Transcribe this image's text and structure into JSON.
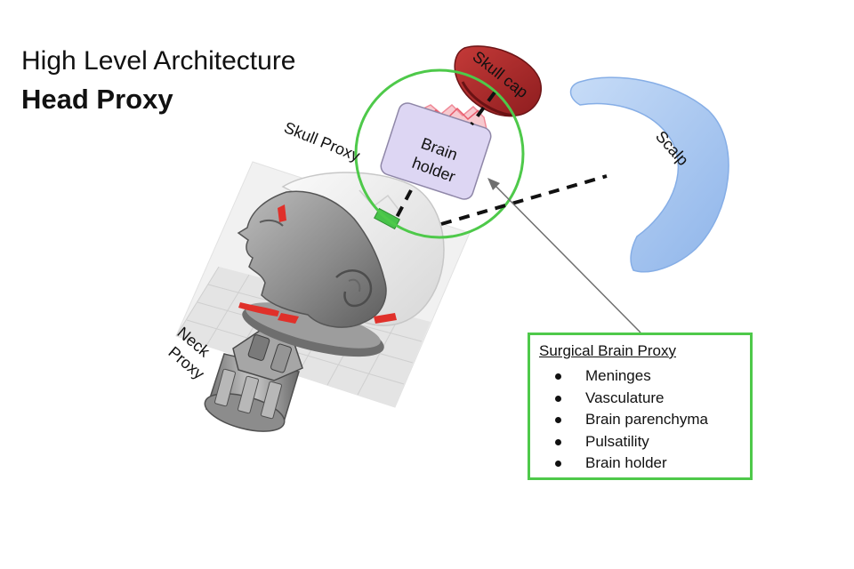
{
  "title": {
    "line1": "High Level Architecture",
    "line2": "Head Proxy"
  },
  "labels": {
    "skull_proxy": "Skull Proxy",
    "neck_line1": "Neck",
    "neck_line2": "Proxy",
    "skull_cap": "Skull cap",
    "brain_holder_line1": "Brain",
    "brain_holder_line2": "holder",
    "scalp": "Scalp"
  },
  "info_box": {
    "heading": "Surgical Brain Proxy",
    "items": [
      "Meninges",
      "Vasculature",
      "Brain parenchyma",
      "Pulsatility",
      "Brain holder"
    ]
  },
  "colors": {
    "highlight_green": "#4ec94a",
    "skull_cap_red": "#a8282a",
    "scalp_blue": "#a9c8f2",
    "brain_holder_fill": "#ddd6f3",
    "head_gray": "#8f8f8f",
    "accent_red": "#e0302a"
  }
}
